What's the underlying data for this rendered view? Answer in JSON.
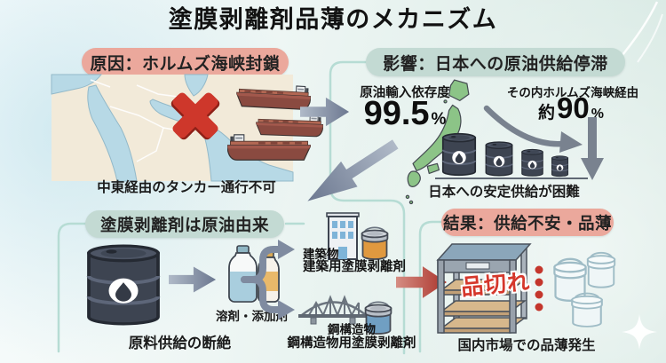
{
  "title": "塗膜剥離剤品薄のメカニズム",
  "cause": {
    "badge": "原因：ホルムズ海峡封鎖",
    "caption": "中東経由のタンカー通行不可"
  },
  "impact": {
    "badge": "影響：日本への原油供給停滞",
    "dependency_label": "原油輸入依存度",
    "dependency_value": "99.5",
    "dependency_unit": "%",
    "hormuz_label": "その内ホルムズ海峡経由",
    "hormuz_prefix": "約",
    "hormuz_value": "90",
    "hormuz_unit": "%",
    "caption": "日本への安定供給が困難"
  },
  "origin": {
    "badge": "塗膜剥離剤は原油由来",
    "bottles_label": "溶剤・添加剤",
    "caption": "原料供給の断絶"
  },
  "products": {
    "building_label": "建築物",
    "building_product": "建築用塗膜剥離剤",
    "steel_label": "鋼構造物",
    "steel_product": "鋼構造物用塗膜剥離剤"
  },
  "result": {
    "badge": "結果：供給不安・品薄",
    "soldout_label": "品切れ",
    "caption": "国内市場での品薄発生"
  },
  "colors": {
    "badge_pink": "#eba89c",
    "badge_teal": "#c3dad3",
    "alert_red": "#ce372b",
    "arrow_gray": "#7f8ba0",
    "arrow_red": "#b13a30",
    "japan_green": "#8cc487",
    "sea_blue": "#b7d9e6"
  }
}
